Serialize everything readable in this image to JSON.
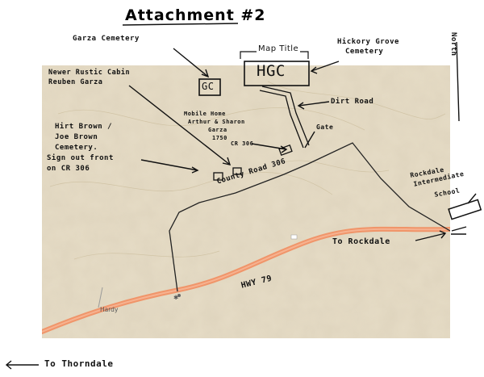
{
  "header": {
    "title": "Attachment #2"
  },
  "map": {
    "map_title_label": "Map Title",
    "hgc_label": "HGC",
    "gc_label": "GC",
    "road_label": "County Road 306",
    "highway_label": "HWY 79",
    "town_label": "Hardy",
    "north_label": "North"
  },
  "annotations": {
    "garza_cemetery": "Garza Cemetery",
    "hickory_grove_1": "Hickory Grove",
    "hickory_grove_2": "Cemetery",
    "cabin_1": "Newer Rustic Cabin",
    "cabin_2": "Reuben Garza",
    "dirt_road": "Dirt Road",
    "mobile_1": "Mobile Home",
    "mobile_2": "Arthur & Sharon",
    "mobile_3": "Garza",
    "mobile_4": "1750",
    "mobile_5": "CR 306",
    "gate": "Gate",
    "hirt_1": "Hirt Brown /",
    "hirt_2": "Joe Brown",
    "hirt_3": "Cemetery.",
    "hirt_4": "Sign out front",
    "hirt_5": "on CR 306",
    "school_1": "Rockdale",
    "school_2": "Intermediate",
    "school_3": "School",
    "to_rockdale": "To Rockdale",
    "to_thorndale": "To Thorndale"
  },
  "colors": {
    "terrain": "#e6dcc6",
    "highway": "#f0956a",
    "road": "#222222"
  }
}
